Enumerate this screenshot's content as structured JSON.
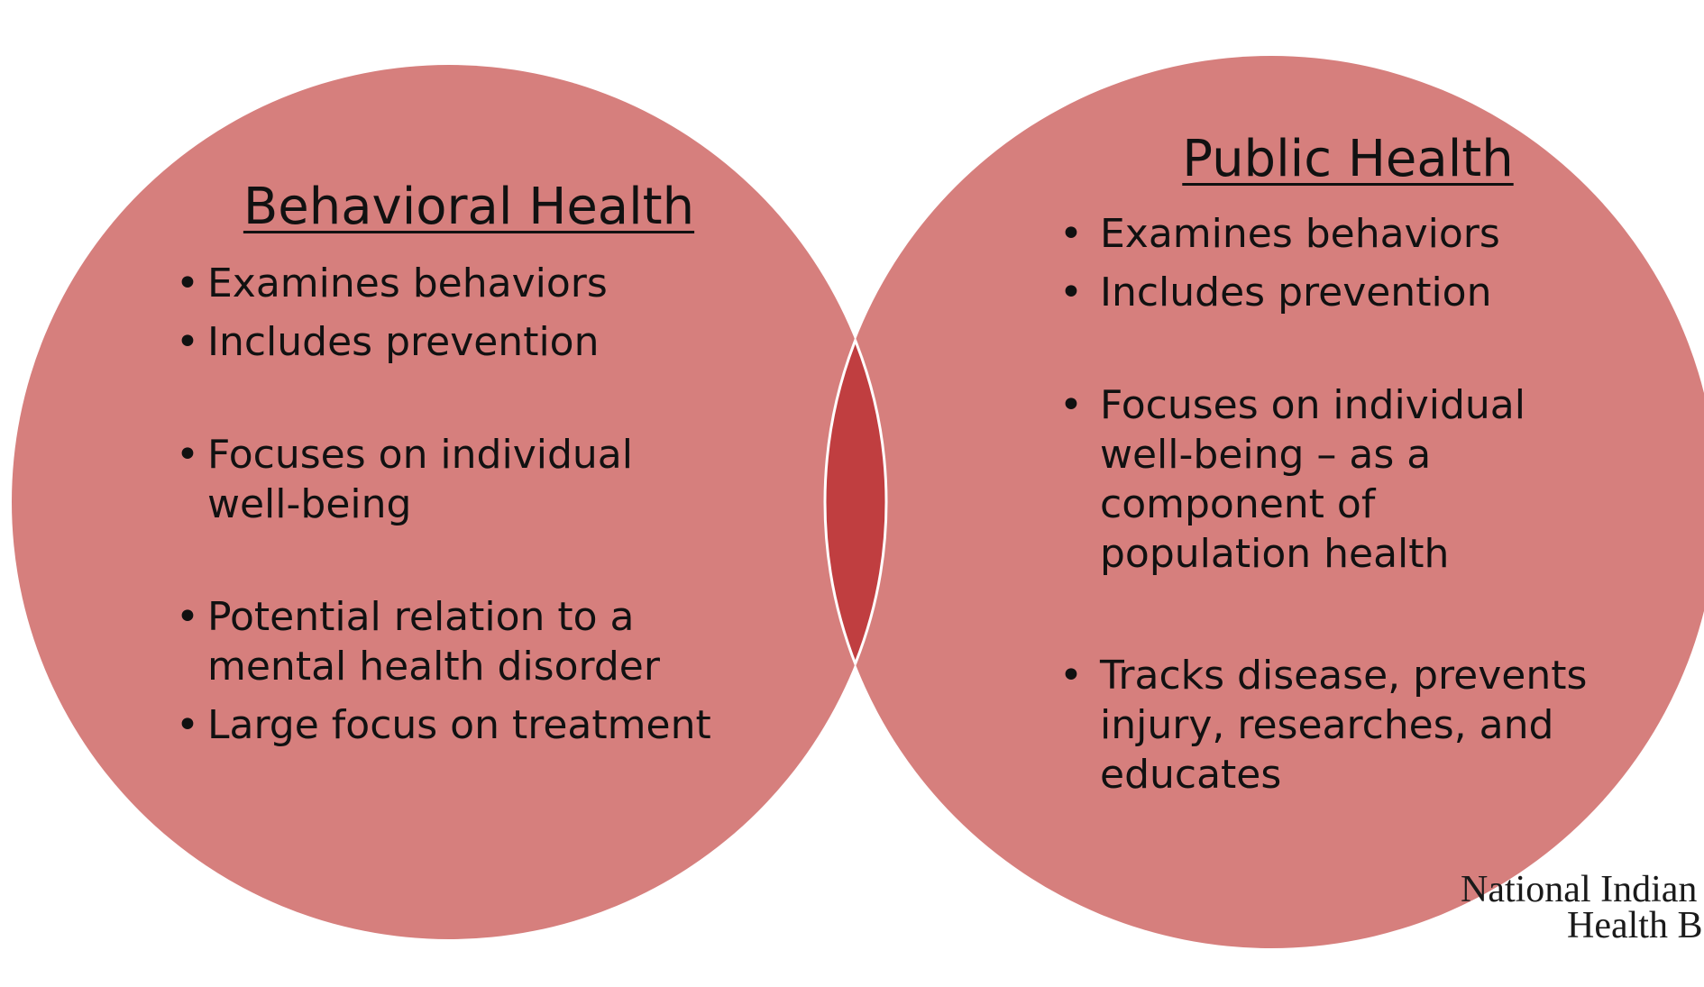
{
  "diagram": {
    "type": "venn",
    "colors": {
      "circle_fill": "#d67f7d",
      "overlap_fill": "#c03e40",
      "divider": "#ffffff",
      "text": "#111111"
    },
    "left": {
      "title": "Behavioral Health",
      "items": [
        "Examines behaviors",
        "Includes prevention",
        "Focuses on individual well-being",
        "Potential relation to a mental health disorder",
        "Large focus on treatment"
      ]
    },
    "right": {
      "title": "Public Health",
      "items": [
        "Examines behaviors",
        "Includes prevention",
        "Focuses on individual well-being – as a component of population health",
        "Tracks disease, prevents injury, researches, and educates"
      ]
    }
  },
  "logo": {
    "line1": "National Indian",
    "line2": "Health B"
  }
}
